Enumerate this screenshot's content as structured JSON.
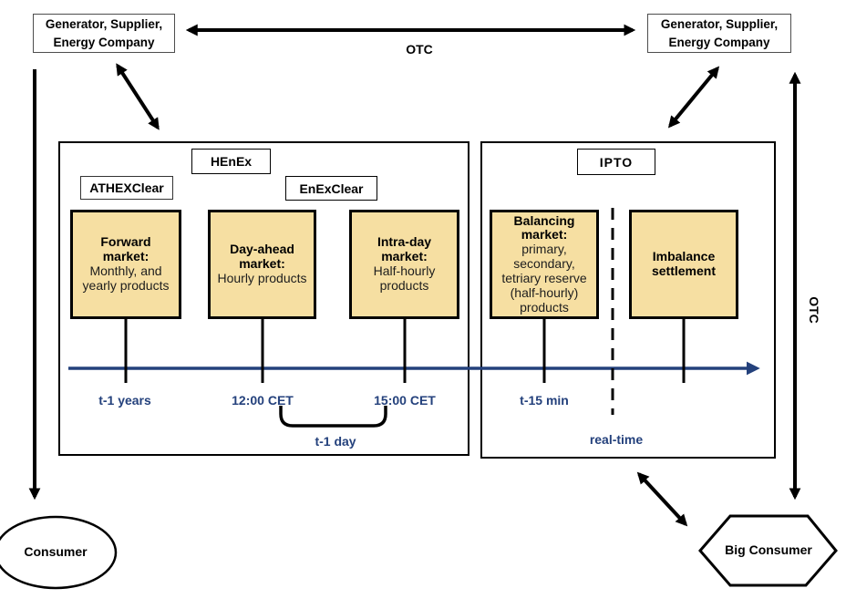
{
  "actors": {
    "generator_top_left": {
      "line1": "Generator, Supplier,",
      "line2": "Energy Company"
    },
    "generator_top_right": {
      "line1": "Generator, Supplier,",
      "line2": "Energy Company"
    },
    "consumer": "Consumer",
    "big_consumer": "Big Consumer"
  },
  "otc": {
    "top": "OTC",
    "right": "OTC"
  },
  "henex": {
    "title": "HEnEx",
    "athexclear": "ATHEXClear",
    "enexclear": "EnExClear",
    "forward": {
      "title": "Forward market:",
      "desc": "Monthly, and yearly products",
      "time": "t-1 years"
    },
    "day_ahead": {
      "title": "Day-ahead market:",
      "desc": "Hourly products",
      "time": "12:00 CET"
    },
    "intra_day": {
      "title": "Intra-day market:",
      "desc": "Half-hourly products",
      "time": "15:00 CET"
    },
    "bracket_label": "t-1 day"
  },
  "ipto": {
    "title": "IPTO",
    "balancing": {
      "title": "Balancing market:",
      "desc": "primary, secondary, tetriary reserve (half-hourly) products",
      "time": "t-15 min"
    },
    "imbalance": {
      "title": "Imbalance settlement"
    },
    "realtime_label": "real-time"
  },
  "colors": {
    "market_fill": "#f6dfa2",
    "timeline_blue": "#24417c",
    "line_black": "#000000"
  }
}
